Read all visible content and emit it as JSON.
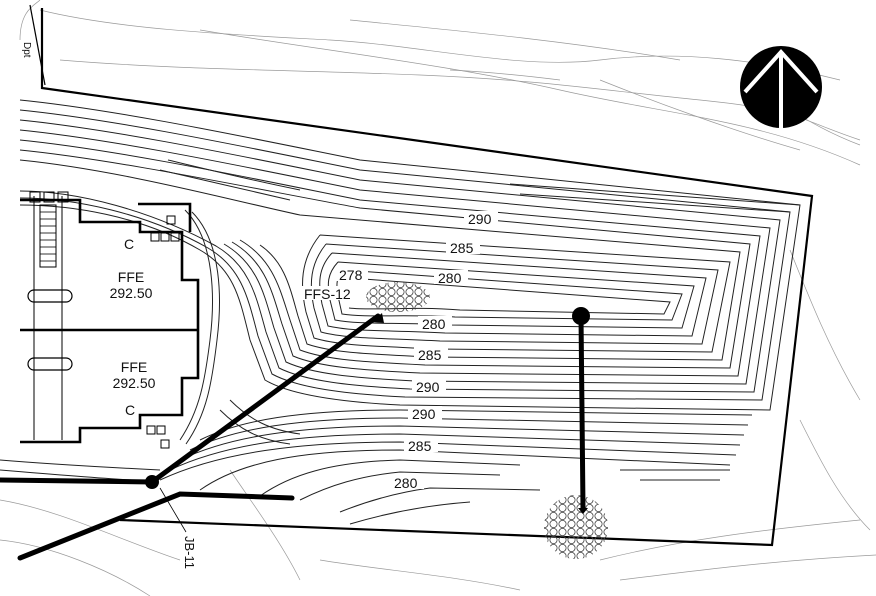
{
  "colors": {
    "ink": "#000000",
    "paper": "#ffffff",
    "faint_contour": "#9a9a9a"
  },
  "buildings": [
    {
      "label": "FFE",
      "elevation": "292.50",
      "tag": "C"
    },
    {
      "label": "FFE",
      "elevation": "292.50",
      "tag": "C"
    }
  ],
  "contour_labels": [
    "290",
    "285",
    "280",
    "278",
    "280",
    "285",
    "290",
    "290",
    "285",
    "280"
  ],
  "structures": {
    "ffs": "FFS-12",
    "jb": "JB-11"
  },
  "north_arrow": {
    "icon": "north-arrow-icon"
  },
  "corner_text": "Dpt"
}
